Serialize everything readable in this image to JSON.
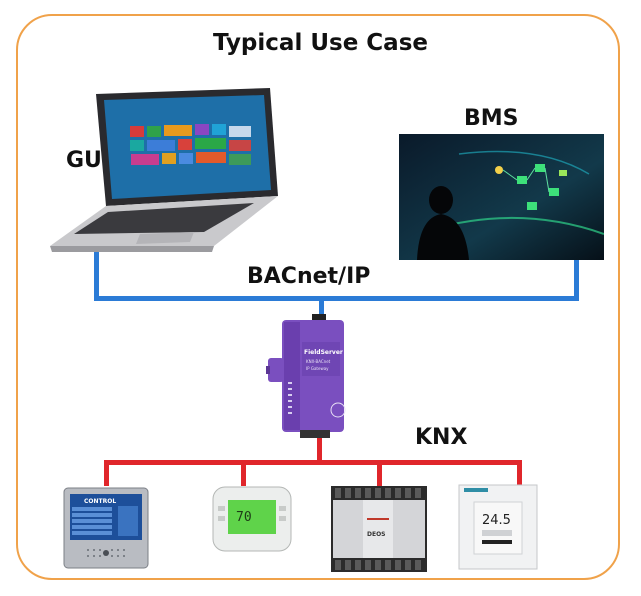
{
  "diagram": {
    "title": "Typical Use Case",
    "labels": {
      "gui": "GUI",
      "bms": "BMS",
      "bacnet": "BACnet/IP",
      "knx": "KNX"
    },
    "gateway_text": [
      "FieldServer",
      "KNX-BACnet",
      "IP Gateway"
    ],
    "device_texts": {
      "control_panel": "CONTROL",
      "thermostat_reading": "70",
      "room_controller": "24.5",
      "io_controller": "DEOS"
    },
    "colors": {
      "frame": "#f0a24a",
      "bacnet_line": "#2b7bd6",
      "knx_line": "#e0262b",
      "gateway": "#7a4fbf"
    }
  }
}
